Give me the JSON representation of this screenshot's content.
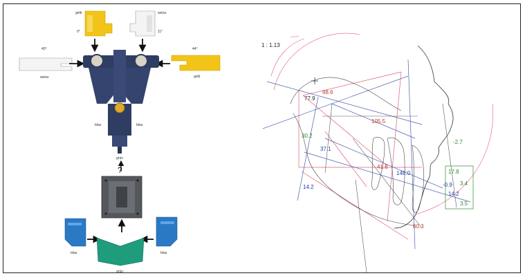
{
  "articulator_labels": {
    "top_left_color": "gelb",
    "top_left_angle": "0°",
    "top_right_color": "weiss",
    "top_right_angle": "11°",
    "left_angle": "40°",
    "left_color": "weiss",
    "right_angle": "44°",
    "right_color": "gelb",
    "body_left": "blau",
    "body_right": "blau",
    "center_label": "grün",
    "question_mark": "?",
    "bottom_left": "blau",
    "bottom_right": "blau",
    "bottom_center": "grün"
  },
  "ceph": {
    "scale": "1 : 1.13",
    "measurements": [
      {
        "text": "98.6",
        "color": "#c0392b"
      },
      {
        "text": "77.9",
        "color": "#222222"
      },
      {
        "text": "105.5",
        "color": "#c0392b"
      },
      {
        "text": "30.2",
        "color": "#2e8b2e"
      },
      {
        "text": "37.1",
        "color": "#1f3fa0"
      },
      {
        "text": "-2.7",
        "color": "#2e8b2e"
      },
      {
        "text": "41.6",
        "color": "#c0392b"
      },
      {
        "text": "148.0",
        "color": "#1f3fa0"
      },
      {
        "text": "14.2",
        "color": "#1f3fa0"
      },
      {
        "text": "17.8",
        "color": "#2e8b2e"
      },
      {
        "text": "3.4",
        "color": "#2e8b2e"
      },
      {
        "text": "-0.9",
        "color": "#1f3fa0"
      },
      {
        "text": "14.2",
        "color": "#1f3fa0"
      },
      {
        "text": "3.5",
        "color": "#2e8b2e"
      },
      {
        "text": "60.3",
        "color": "#c0392b"
      }
    ]
  },
  "colors": {
    "yellow": "#f2c418",
    "white_part": "#f4f4f4",
    "articulator": "#2f3d63",
    "plate": "#54575c",
    "blue_part": "#2a79c4",
    "green_part": "#1f9c7c",
    "red_line": "#e0607a",
    "blue_line": "#4b5fb0",
    "gray_line": "#555555"
  }
}
